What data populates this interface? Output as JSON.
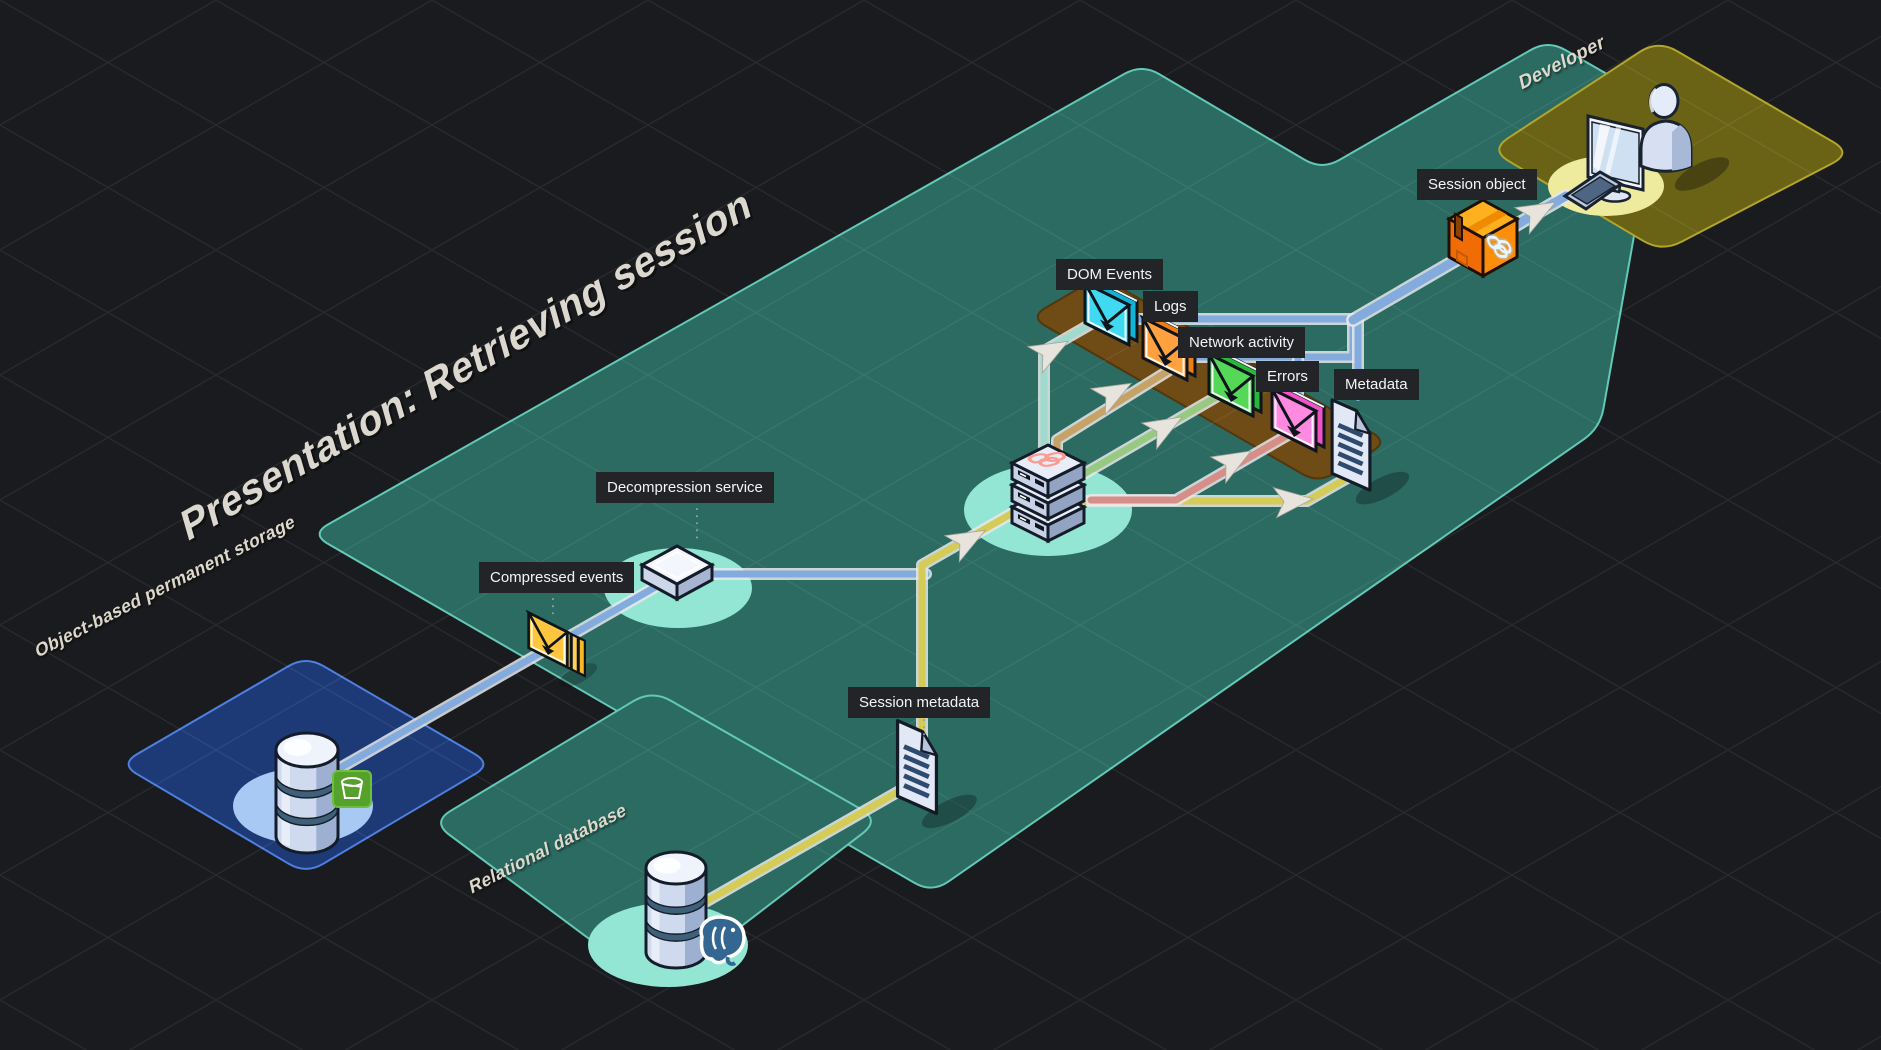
{
  "title": "Presentation: Retrieving session",
  "zones": {
    "storage": {
      "label": "Object-based permanent storage"
    },
    "relational": {
      "label": "Relational database"
    },
    "developer": {
      "label": "Developer"
    }
  },
  "nodes": {
    "compressed_events": {
      "label": "Compressed events"
    },
    "decompression_service": {
      "label": "Decompression service"
    },
    "session_metadata": {
      "label": "Session metadata"
    },
    "dom_events": {
      "label": "DOM Events"
    },
    "logs": {
      "label": "Logs"
    },
    "network_activity": {
      "label": "Network activity"
    },
    "errors": {
      "label": "Errors"
    },
    "metadata": {
      "label": "Metadata"
    },
    "session_object": {
      "label": "Session object"
    }
  },
  "icons": {
    "object_storage": "database-cylinder-with-bucket-badge",
    "relational_db": "database-cylinder-with-postgresql-badge",
    "compressed_events": "stacked-envelopes",
    "decompression_service": "flat-box",
    "session_metadata": "document",
    "server": "server-rack-with-replay-logo",
    "dom_events": "envelope-cyan",
    "logs": "envelope-orange",
    "network_activity": "envelope-green",
    "errors": "envelope-pink",
    "metadata": "document",
    "session_object": "package-box-with-replay-logo",
    "developer": "workstation-with-person"
  },
  "colors": {
    "background": "#1a1b1e",
    "platform_teal": "#2b6b62",
    "platform_border": "#63c9b7",
    "zone_blue": "#1d3a76",
    "zone_blue_border": "#4f7fe0",
    "zone_olive": "#6a6315",
    "zone_olive_border": "#b2a52c",
    "strip_brown": "#6f4b15",
    "strip_brown_border": "#52360d",
    "glow_teal": "#93e6d4",
    "glow_blue": "#a8c9f4",
    "glow_yellow": "#eeea9e",
    "connector_blue": "#83abdd",
    "connector_yellow": "#d5cb57",
    "connector_teal": "#9fdacc",
    "connector_tan": "#c7a267",
    "connector_green": "#98c981",
    "connector_red": "#d88e88",
    "arrow": "#e7e4dd",
    "label_bg": "#232428",
    "label_text": "#f3f4f5"
  }
}
